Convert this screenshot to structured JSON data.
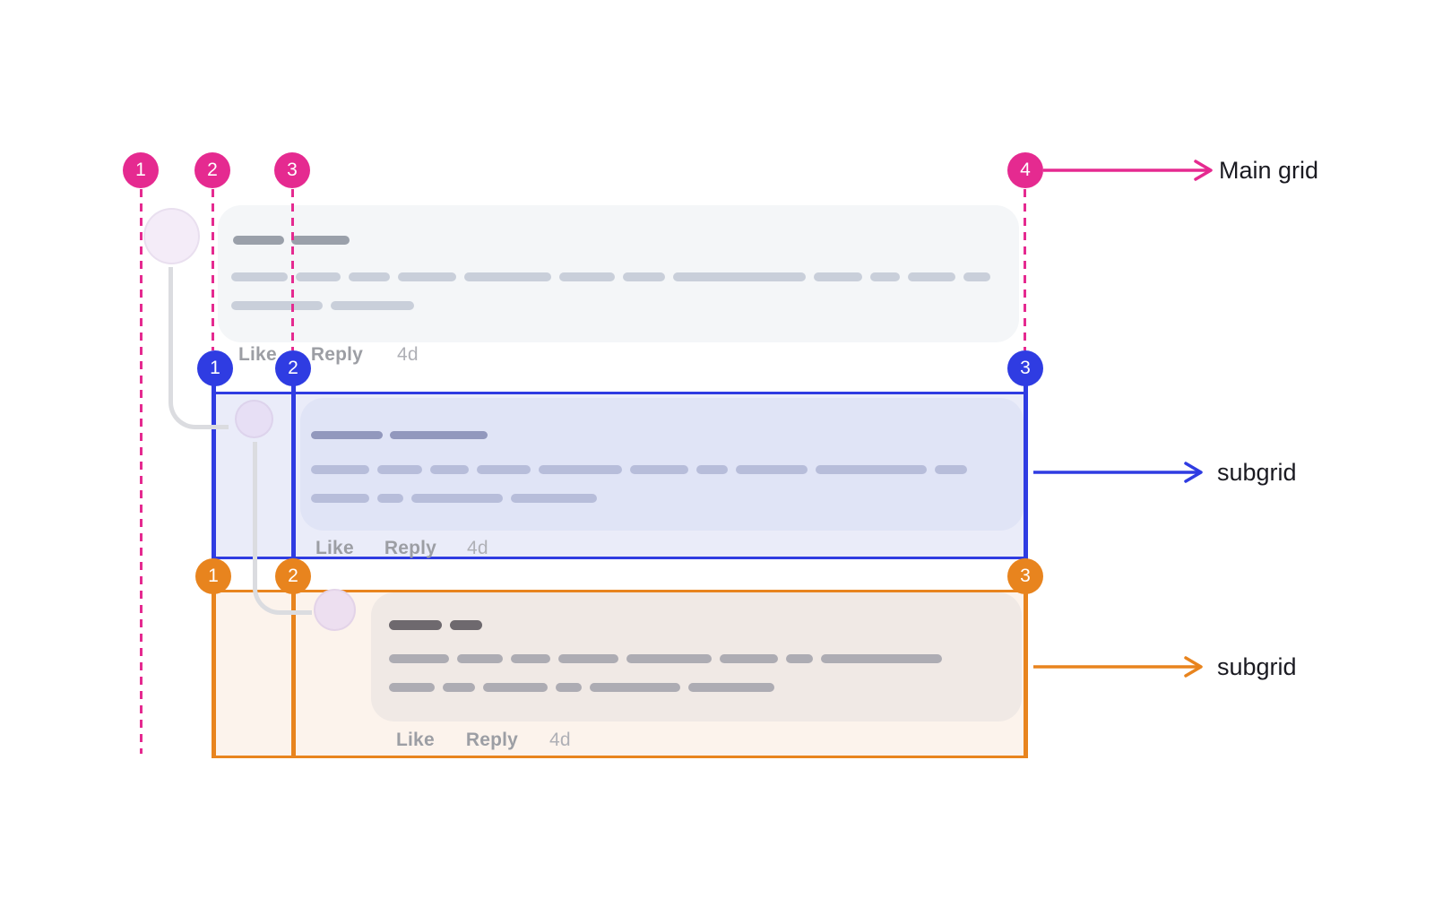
{
  "colors": {
    "pink": "#E52A90",
    "blue": "#2F3CE2",
    "orange": "#E8841E",
    "card1_bg": "#F4F6F8",
    "card1_name": "#9AA0AA",
    "card1_bar": "#C9CFDA",
    "box2_bg": "#EAECF9",
    "card2_bg": "#E0E4F6",
    "card2_name": "#9298BD",
    "card2_bar": "#B7BDDA",
    "box3_bg": "#FCF3EC",
    "card3_bg": "#F0E9E5",
    "card3_name": "#6E696E",
    "card3_bar": "#ADACB3",
    "avatar1_bg": "#F4ECF8",
    "avatar2_bg": "#E7DFF5",
    "avatar3_bg": "#EDDFF0",
    "connector": "#DBDCE0",
    "action_text": "#9C9EA4",
    "time_text": "#AFB0B6",
    "label_text": "#1A1A21"
  },
  "main_grid": {
    "label": "Main grid",
    "lines": [
      "1",
      "2",
      "3",
      "4"
    ]
  },
  "subgrids": [
    {
      "label": "subgrid",
      "lines": [
        "1",
        "2",
        "3"
      ]
    },
    {
      "label": "subgrid",
      "lines": [
        "1",
        "2",
        "3"
      ]
    }
  ],
  "comments": [
    {
      "like": "Like",
      "reply": "Reply",
      "time": "4d",
      "name_bars": [
        57,
        65
      ],
      "body_rows": [
        [
          63,
          50,
          46,
          65,
          97,
          62,
          47,
          148,
          54,
          33,
          53,
          30
        ],
        [
          102,
          93
        ]
      ]
    },
    {
      "like": "Like",
      "reply": "Reply",
      "time": "4d",
      "name_bars": [
        80,
        109
      ],
      "body_rows": [
        [
          65,
          50,
          43,
          60,
          93,
          65,
          35,
          80,
          124,
          36
        ],
        [
          65,
          29,
          102,
          96
        ]
      ]
    },
    {
      "like": "Like",
      "reply": "Reply",
      "time": "4d",
      "name_bars": [
        59,
        36
      ],
      "body_rows": [
        [
          67,
          51,
          44,
          67,
          95,
          65,
          30,
          135
        ],
        [
          51,
          36,
          72,
          29,
          101,
          96
        ]
      ]
    }
  ]
}
